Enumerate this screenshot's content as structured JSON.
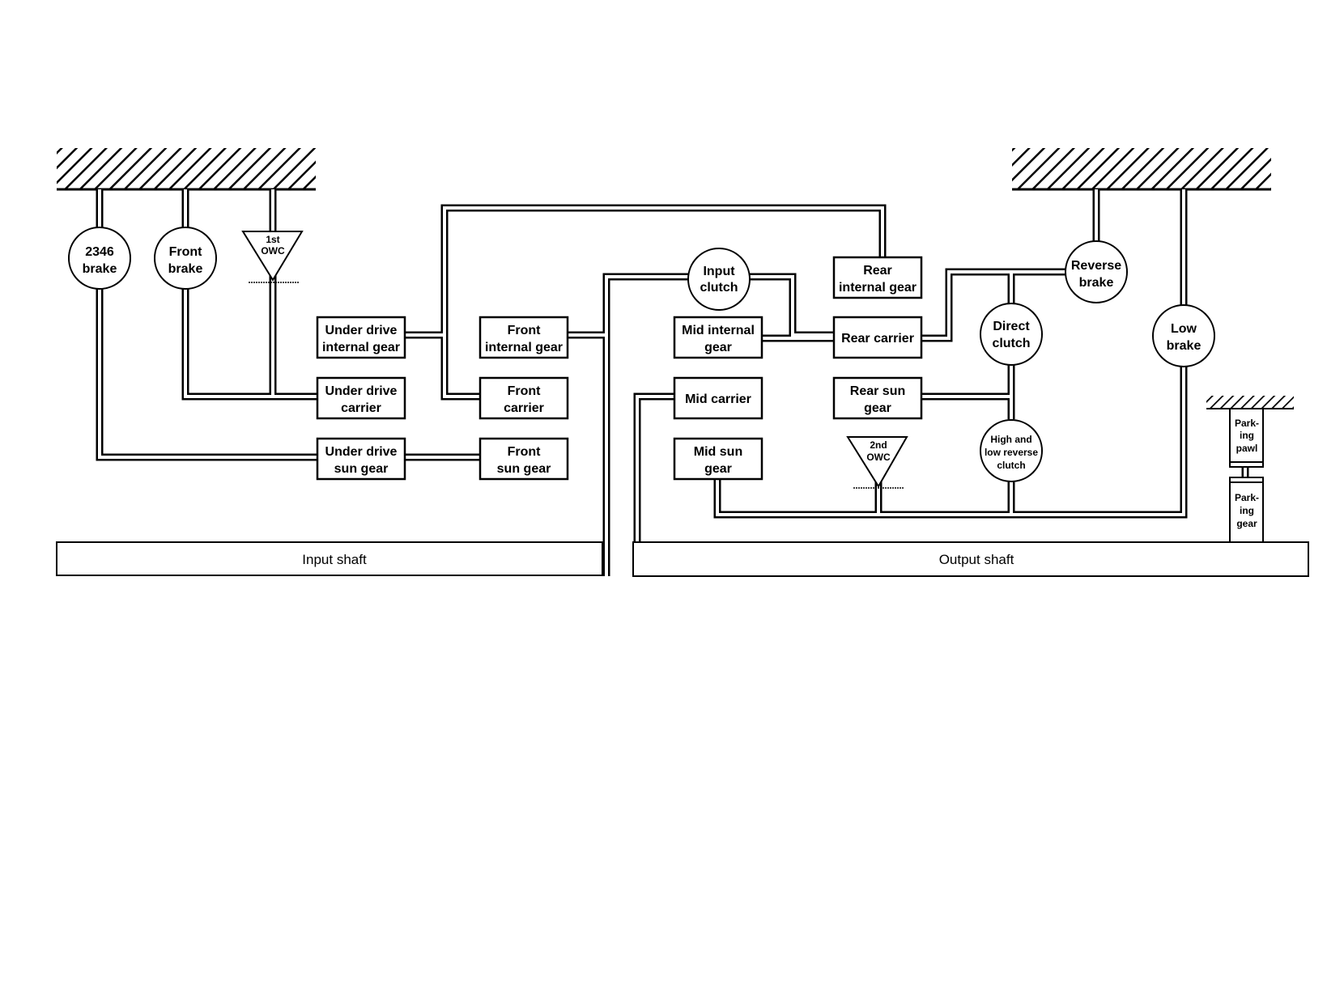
{
  "elements": {
    "brake_2346": [
      "2346",
      "brake"
    ],
    "front_brake": [
      "Front",
      "brake"
    ],
    "owc_1st": [
      "1st",
      "OWC"
    ],
    "ud_internal": [
      "Under drive",
      "internal gear"
    ],
    "ud_carrier": [
      "Under drive",
      "carrier"
    ],
    "ud_sun": [
      "Under drive",
      "sun gear"
    ],
    "front_internal": [
      "Front",
      "internal gear"
    ],
    "front_carrier": [
      "Front",
      "carrier"
    ],
    "front_sun": [
      "Front",
      "sun gear"
    ],
    "input_clutch": [
      "Input",
      "clutch"
    ],
    "mid_internal": [
      "Mid internal",
      "gear"
    ],
    "mid_carrier": [
      "Mid carrier"
    ],
    "mid_sun": [
      "Mid sun",
      "gear"
    ],
    "rear_internal": [
      "Rear",
      "internal gear"
    ],
    "rear_carrier": [
      "Rear carrier"
    ],
    "rear_sun": [
      "Rear sun",
      "gear"
    ],
    "owc_2nd": [
      "2nd",
      "OWC"
    ],
    "direct_clutch": [
      "Direct",
      "clutch"
    ],
    "high_low_rev": [
      "High and",
      "low reverse",
      "clutch"
    ],
    "reverse_brake": [
      "Reverse",
      "brake"
    ],
    "low_brake": [
      "Low",
      "brake"
    ],
    "parking_pawl": [
      "Park-",
      "ing",
      "pawl"
    ],
    "parking_gear": [
      "Park-",
      "ing",
      "gear"
    ]
  },
  "shafts": {
    "input": "Input shaft",
    "output": "Output shaft"
  }
}
